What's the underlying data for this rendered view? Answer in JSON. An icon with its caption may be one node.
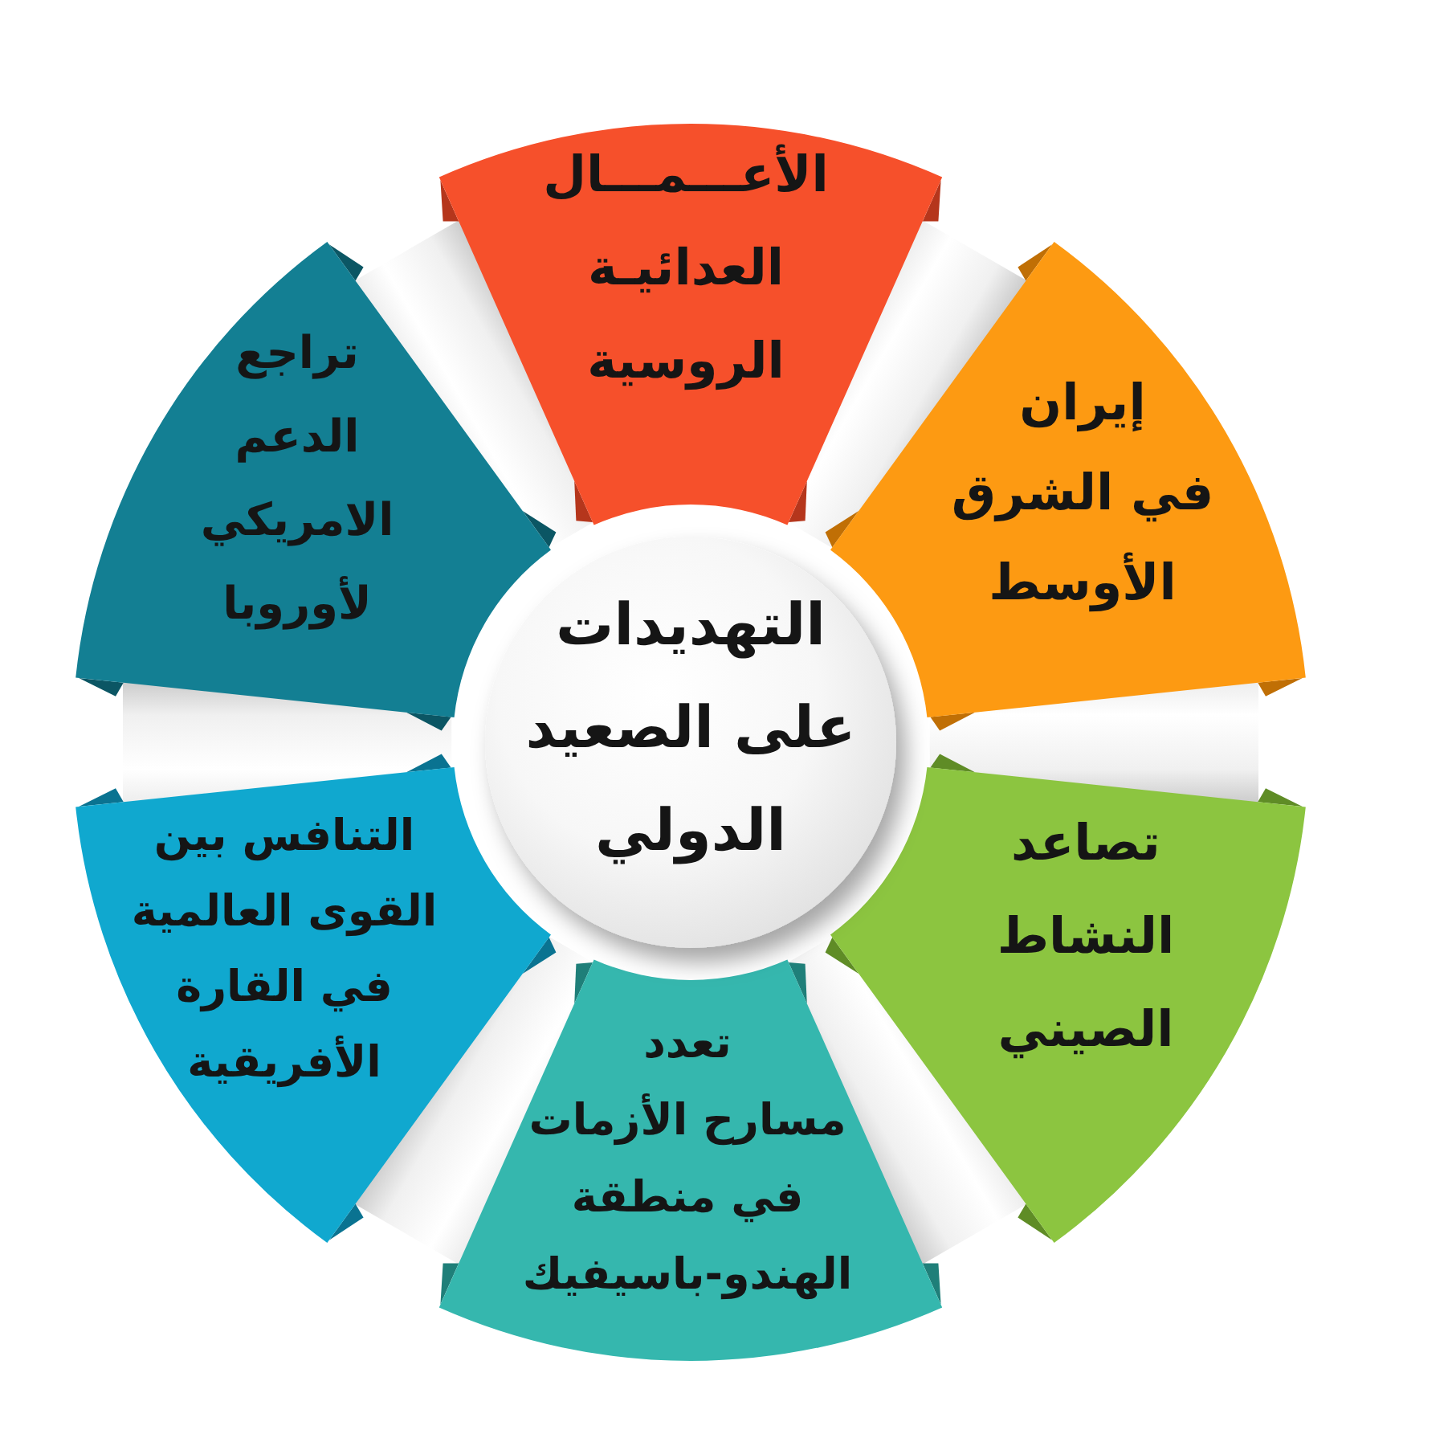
{
  "diagram": {
    "nodes": [
      {
        "text": [
          "التهديدات على الصعيد الدولي"
        ]
      },
      {
        "text": [
          "الأعـــمـــال العدائيـة الروسية"
        ]
      },
      {
        "text": [
          "إيران في الشرق الأوسط"
        ]
      },
      {
        "text": [
          "تصاعد النشاط الصيني"
        ]
      },
      {
        "text": [
          "تعدد مسارح الأزمات في منطقة الهندو-باسيفيك"
        ]
      },
      {
        "text": [
          "التنافس بين القوى العالمية في القارة الأفريقية"
        ]
      },
      {
        "text": [
          "تراجع الدعم الامريكي لأوروبا"
        ]
      }
    ]
  }
}
